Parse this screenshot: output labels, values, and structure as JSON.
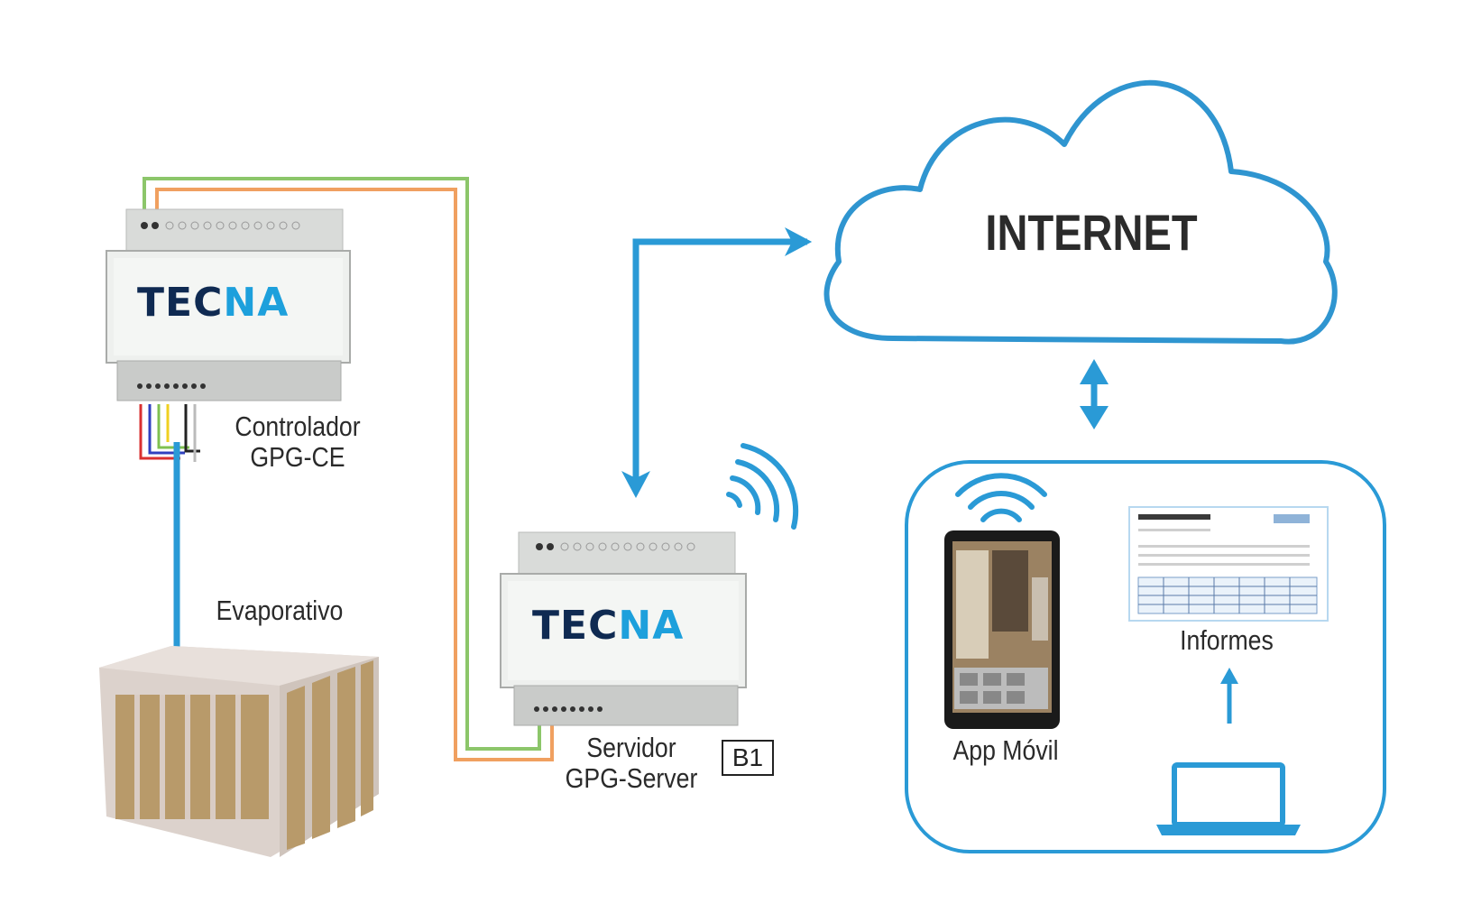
{
  "cloud": {
    "label": "INTERNET"
  },
  "controller": {
    "brand_part1": "TEC",
    "brand_part2": "NA",
    "label_line1": "Controlador",
    "label_line2": "GPG-CE"
  },
  "server": {
    "brand_part1": "TEC",
    "brand_part2": "NA",
    "label_line1": "Servidor",
    "label_line2": "GPG-Server",
    "badge": "B1"
  },
  "cooler": {
    "label": "Evaporativo"
  },
  "clients": {
    "app_label": "App Móvil",
    "reports_label": "Informes"
  },
  "colors": {
    "link_blue": "#2a9ad6",
    "cable_green": "#8cc66a",
    "cable_orange": "#f0a060",
    "brand_dark": "#0f2a52",
    "brand_light": "#1da0dc"
  },
  "icons": [
    "wifi-icon",
    "smartphone-icon",
    "laptop-icon",
    "report-document-icon",
    "cloud-icon"
  ]
}
